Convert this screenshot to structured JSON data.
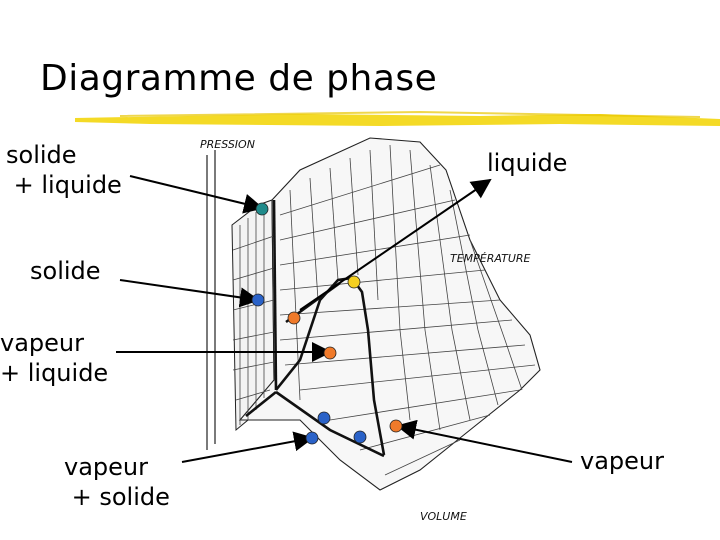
{
  "title": "Diagramme de phase",
  "labels": {
    "solide_liquide": "solide\n + liquide",
    "liquide": "liquide",
    "solide": "solide",
    "vapeur_liquide": "vapeur\n+ liquide",
    "vapeur_solide": "vapeur\n + solide",
    "vapeur": "vapeur"
  },
  "axes": {
    "pression": "PRESSION",
    "temperature": "TEMPÉRATURE",
    "volume": "VOLUME"
  },
  "colors": {
    "title_underline": "#f2d400",
    "dot_teal": "#1f8a8a",
    "dot_blue": "#2a62c8",
    "dot_orange": "#f07a2a",
    "dot_yellow": "#f5d020"
  }
}
